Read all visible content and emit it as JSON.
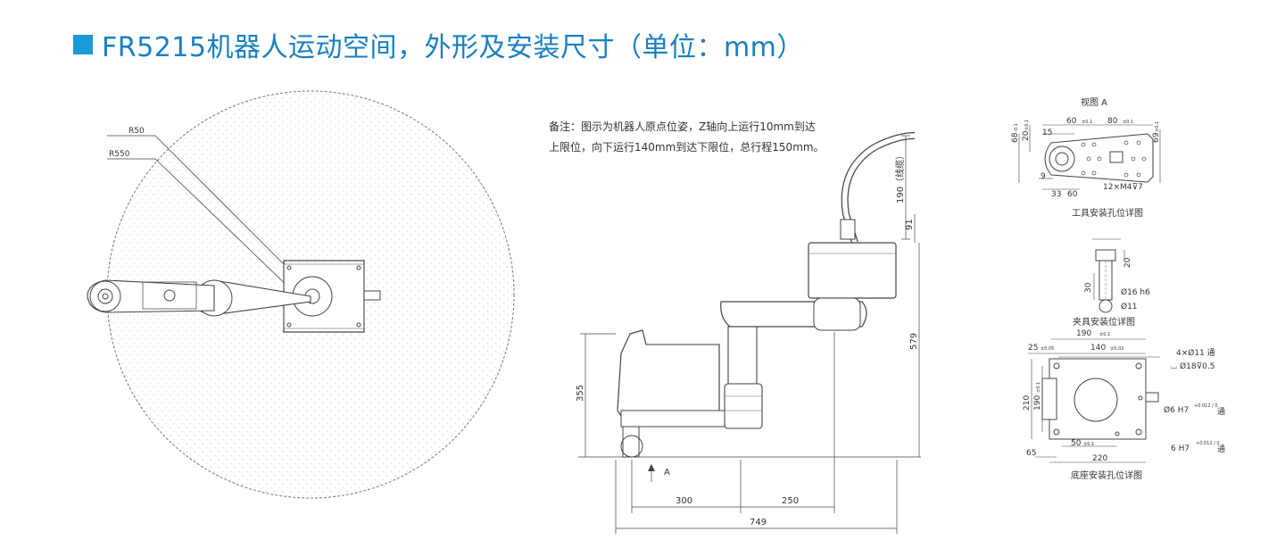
{
  "title": "FR5215机器人运动空间，外形及安装尺寸（单位：mm）",
  "top_view": {
    "r50": "R50",
    "r550": "R550"
  },
  "note": {
    "line1": "备注：图示为机器人原点位姿，Z轴向上运行10mm到达",
    "line2": "上限位，向下运行140mm到达下限位，总行程150mm。"
  },
  "side_view": {
    "d190": "190（线缆）",
    "d91": "91",
    "d579": "579",
    "d355": "355",
    "d300": "300",
    "d250": "250",
    "d749": "749",
    "arrow_a": "A"
  },
  "view_a": {
    "title": "视图 A",
    "d60": "60",
    "d60_tol": "±0.1",
    "d80": "80",
    "d80_tol": "±0.1",
    "d15": "15",
    "d68": "68",
    "d68_tol": "-0.1",
    "d20": "20",
    "d20_tol": "±0.1",
    "d69": "69",
    "d69_tol": "±0.1",
    "d9": "9",
    "d33": "33",
    "d60b": "60",
    "holes": "12×M4⊽7",
    "caption": "工具安装孔位详图"
  },
  "clamp": {
    "d20": "20",
    "d30": "30",
    "phi16": "Ø16 h6",
    "phi11": "Ø11",
    "caption": "夹具安装位详图"
  },
  "base": {
    "d190": "190",
    "d190_tol": "±0.1",
    "d25": "25",
    "d25_tol": "±0.05",
    "d140": "140",
    "d140_tol": "±0.02",
    "holes": "4×Ø11 通",
    "counterbore": "⌴ Ø18⊽0.5",
    "d210": "210",
    "d190v": "190",
    "d190v_tol": "±0.1",
    "pin1": "Ø6 H7",
    "pin1_tol": "+0.012 / 0",
    "pin1_suffix": "通",
    "d50": "50",
    "d50_tol": "±0.1",
    "d65": "65",
    "d220": "220",
    "pin2": "6 H7",
    "pin2_tol": "+0.012 / 0",
    "pin2_suffix": "通",
    "caption": "底座安装孔位详图"
  }
}
